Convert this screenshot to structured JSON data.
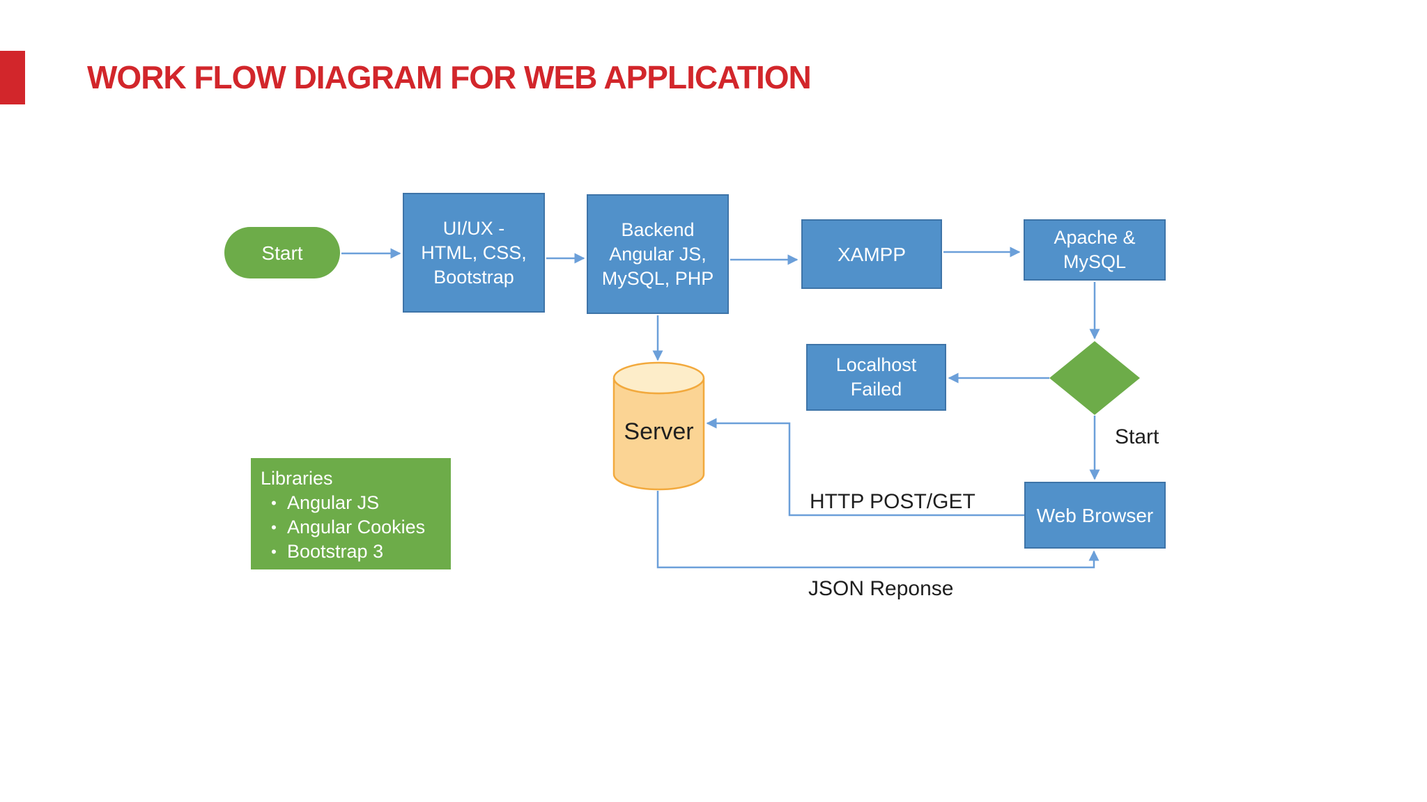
{
  "title": "WORK FLOW DIAGRAM FOR WEB APPLICATION",
  "colors": {
    "accent_red": "#d2262b",
    "node_blue": "#5191ca",
    "node_blue_border": "#3e74a8",
    "node_green": "#6dac49",
    "connector_blue": "#6b9fd9",
    "cylinder_fill": "#fbd494",
    "cylinder_lid": "#fdedc9",
    "cylinder_border": "#f2a93d",
    "label_text": "#1f1f1f"
  },
  "nodes": {
    "start": {
      "label": "Start"
    },
    "uiux": {
      "lines": [
        "UI/UX -",
        "HTML, CSS,",
        "Bootstrap"
      ]
    },
    "backend": {
      "lines": [
        "Backend",
        "Angular JS,",
        "MySQL, PHP"
      ]
    },
    "xampp": {
      "label": "XAMPP"
    },
    "apache": {
      "lines": [
        "Apache &",
        "MySQL"
      ]
    },
    "localhost_failed": {
      "lines": [
        "Localhost",
        "Failed"
      ]
    },
    "web_browser": {
      "label": "Web Browser"
    },
    "server": {
      "label": "Server"
    }
  },
  "labels": {
    "decision_start": "Start",
    "http_post_get": "HTTP POST/GET",
    "json_response": "JSON Reponse"
  },
  "libraries": {
    "header": "Libraries",
    "bullet": "•",
    "items": [
      "Angular JS",
      "Angular Cookies",
      "Bootstrap 3"
    ]
  }
}
